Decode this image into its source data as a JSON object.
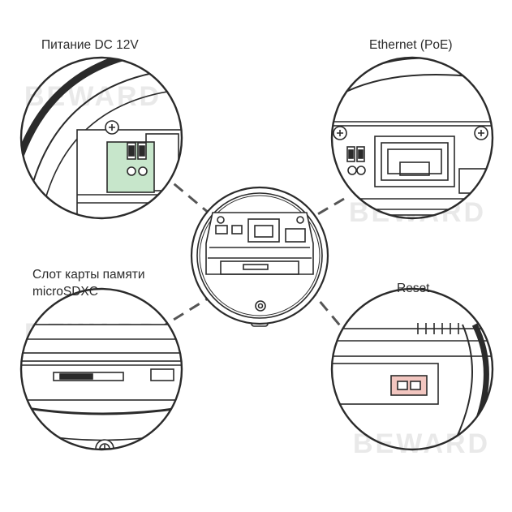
{
  "labels": {
    "power": "Питание DC 12V",
    "ethernet": "Ethernet (PoE)",
    "sd_card_line1": "Слот карты памяти",
    "sd_card_line2": "microSDXC",
    "reset": "Reset"
  },
  "watermark": "BEWARD",
  "colors": {
    "line": "#2b2b2b",
    "connector_highlight": "#c7e6cb",
    "reset_highlight": "#f2c6c0",
    "dash": "#555555",
    "watermark": "#e9e9e9"
  }
}
